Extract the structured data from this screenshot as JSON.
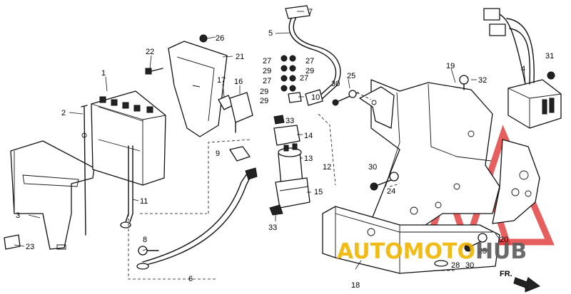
{
  "diagram": {
    "callouts": [
      {
        "id": "1",
        "label": "1"
      },
      {
        "id": "2",
        "label": "2"
      },
      {
        "id": "3",
        "label": "3"
      },
      {
        "id": "4",
        "label": "4"
      },
      {
        "id": "5",
        "label": "5"
      },
      {
        "id": "6",
        "label": "6"
      },
      {
        "id": "7",
        "label": "7"
      },
      {
        "id": "8",
        "label": "8"
      },
      {
        "id": "9",
        "label": "9"
      },
      {
        "id": "10",
        "label": "10"
      },
      {
        "id": "11",
        "label": "11"
      },
      {
        "id": "12",
        "label": "12"
      },
      {
        "id": "13",
        "label": "13"
      },
      {
        "id": "14",
        "label": "14"
      },
      {
        "id": "15",
        "label": "15"
      },
      {
        "id": "16",
        "label": "16"
      },
      {
        "id": "17",
        "label": "17"
      },
      {
        "id": "18",
        "label": "18"
      },
      {
        "id": "19",
        "label": "19"
      },
      {
        "id": "20",
        "label": "20"
      },
      {
        "id": "21",
        "label": "21"
      },
      {
        "id": "22",
        "label": "22"
      },
      {
        "id": "23",
        "label": "23"
      },
      {
        "id": "24",
        "label": "24"
      },
      {
        "id": "25a",
        "label": "25"
      },
      {
        "id": "25b",
        "label": "25"
      },
      {
        "id": "26",
        "label": "26"
      },
      {
        "id": "27a",
        "label": "27"
      },
      {
        "id": "27b",
        "label": "27"
      },
      {
        "id": "27c",
        "label": "27"
      },
      {
        "id": "27d",
        "label": "27"
      },
      {
        "id": "28",
        "label": "28"
      },
      {
        "id": "29a",
        "label": "29"
      },
      {
        "id": "29b",
        "label": "29"
      },
      {
        "id": "29c",
        "label": "29"
      },
      {
        "id": "29d",
        "label": "29"
      },
      {
        "id": "30a",
        "label": "30"
      },
      {
        "id": "30b",
        "label": "30"
      },
      {
        "id": "30c",
        "label": "30"
      },
      {
        "id": "31",
        "label": "31"
      },
      {
        "id": "32",
        "label": "32"
      },
      {
        "id": "33a",
        "label": "33"
      },
      {
        "id": "33b",
        "label": "33"
      }
    ],
    "direction_label": "FR."
  },
  "watermark": {
    "word_part1": "AUTOMOTO",
    "word_part2": "HUB",
    "color_part1": "#f0b400",
    "color_part2": "#5a5a5a",
    "triangle_color": "#e23b3b"
  }
}
